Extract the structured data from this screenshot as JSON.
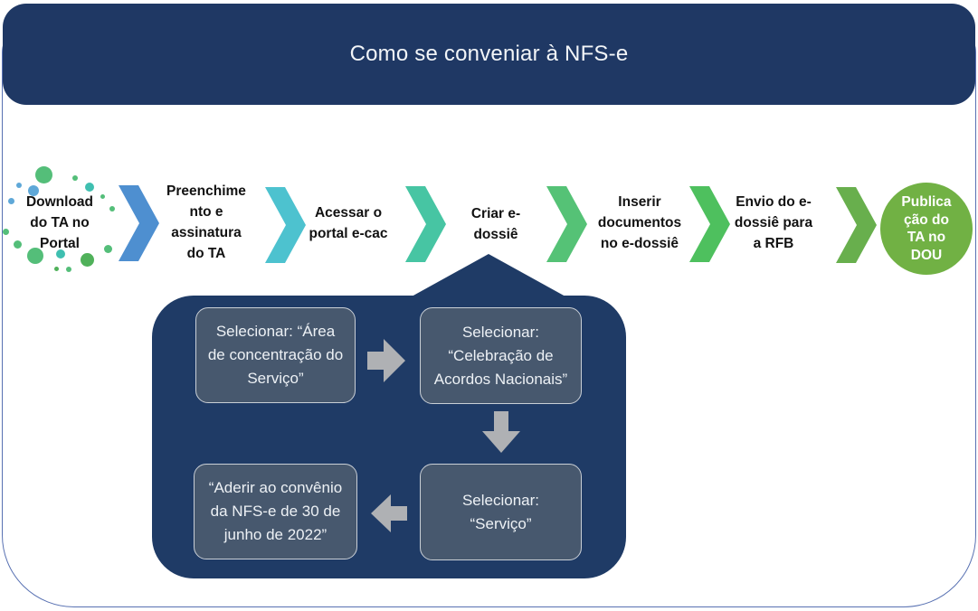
{
  "slide": {
    "title": "Como se conveniar à NFS-e"
  },
  "flow": {
    "steps": [
      {
        "label": "Download\ndo TA no\nPortal"
      },
      {
        "label": "Preenchime\nnto e\nassinatura\ndo TA"
      },
      {
        "label": "Acessar o\nportal e-cac"
      },
      {
        "label": "Criar e-\ndossiê"
      },
      {
        "label": "Inserir\ndocumentos\nno e-dossiê"
      },
      {
        "label": "Envio do e-\ndossiê para\na RFB"
      }
    ],
    "final_step": {
      "label": "Publica\nção do\nTA no\nDOU"
    }
  },
  "callout": {
    "boxes": [
      {
        "label": "Selecionar: “Área\nde concentração do\nServiço”"
      },
      {
        "label": "Selecionar:\n“Celebração de\nAcordos Nacionais”"
      },
      {
        "label": "Selecionar:\n“Serviço”"
      },
      {
        "label": "“Aderir ao convênio\nda NFS-e de 30 de\njunho de 2022”"
      }
    ]
  },
  "colors": {
    "navy": "#1F3864",
    "callout_navy": "#1F3B66",
    "frame_blue": "#5871B2",
    "title_text": "#F2F5F8",
    "step_text": "#121212",
    "circle_green": "#71B144",
    "box_fill": "#47586E",
    "box_border": "#C9CFD6",
    "arrow_gray": "#AFB1B4",
    "dot_green": "#54BE79",
    "dot_blue": "#5FA8D8",
    "dot_teal": "#3FBFB0",
    "dot_green_dark": "#50B15A",
    "chevrons": [
      "#4E8FD0",
      "#4DC2CF",
      "#47C5A3",
      "#55C276",
      "#4EC05E",
      "#68AF4D"
    ]
  }
}
